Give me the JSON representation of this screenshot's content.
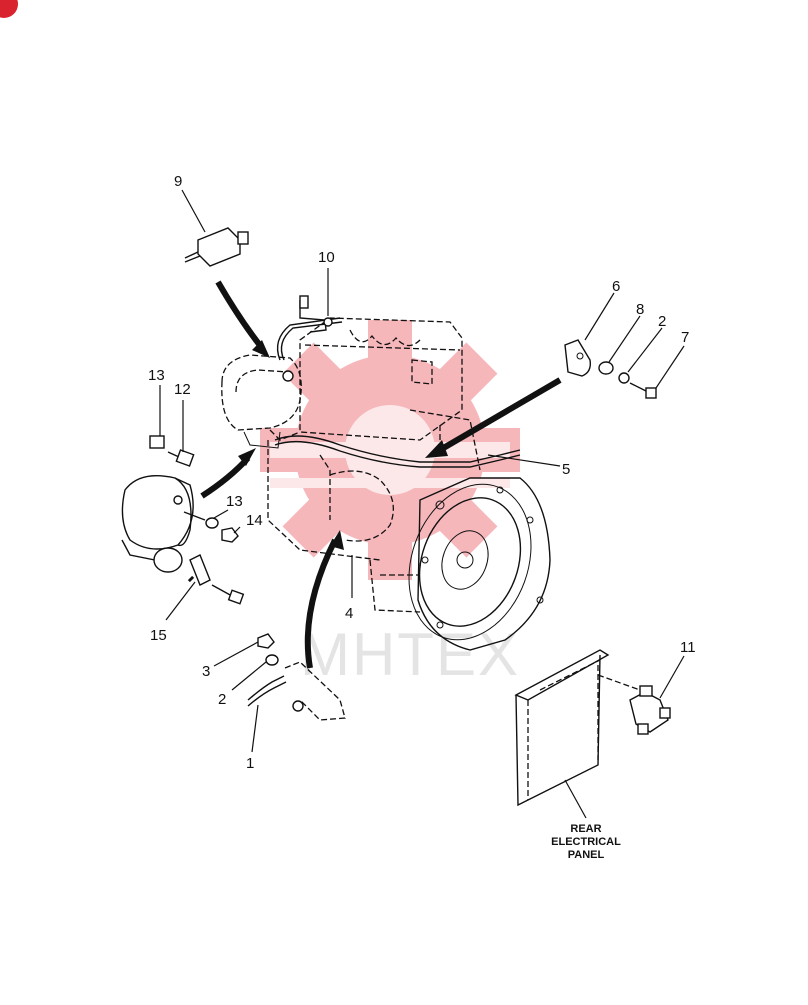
{
  "callouts": {
    "c1": "1",
    "c2a": "2",
    "c2b": "2",
    "c3": "3",
    "c4": "4",
    "c5": "5",
    "c6": "6",
    "c7": "7",
    "c8": "8",
    "c9": "9",
    "c10": "10",
    "c11": "11",
    "c12": "12",
    "c13a": "13",
    "c13b": "13",
    "c14": "14",
    "c15": "15"
  },
  "panel_label": [
    "REAR",
    "ELECTRICAL",
    "PANEL"
  ],
  "watermark": {
    "text": "MHTEX",
    "color": "#e8323c"
  },
  "badge_color": "#d9232e"
}
